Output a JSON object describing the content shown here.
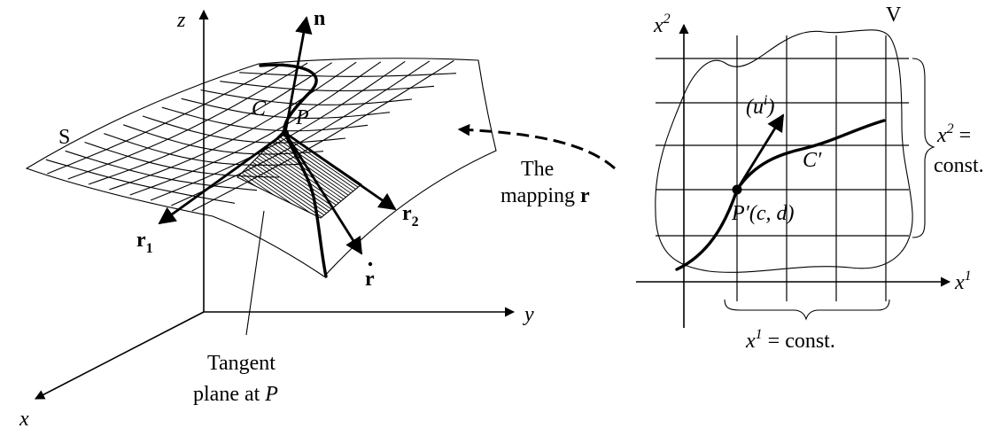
{
  "left_figure": {
    "axis_z": "z",
    "axis_y": "y",
    "axis_x": "x",
    "surface_label": "S",
    "curve_label": "C",
    "point_label": "P",
    "normal_label": "n",
    "r1_label": "r",
    "r1_sub": "1",
    "r2_label": "r",
    "r2_sub": "2",
    "rdot_label": "r",
    "tangent_caption_line1": "Tangent",
    "tangent_caption_line2": "plane at",
    "tangent_caption_point": "P"
  },
  "mapping": {
    "line1": "The",
    "line2": "mapping",
    "symbol": "r"
  },
  "right_figure": {
    "axis_x2": "x",
    "axis_x2_sup": "2",
    "axis_x1": "x",
    "axis_x1_sup": "1",
    "region_label": "V",
    "direction_label_open": "(u",
    "direction_label_sup": "i",
    "direction_label_close": ")",
    "curve_label": "C′",
    "point_label": "P′(c, d)",
    "x2_const_a": "x",
    "x2_const_sup": "2",
    "x2_const_eq": "=",
    "x2_const_b": "const.",
    "x1_const_a": "x",
    "x1_const_sup": "1",
    "x1_const_b": "= const."
  }
}
